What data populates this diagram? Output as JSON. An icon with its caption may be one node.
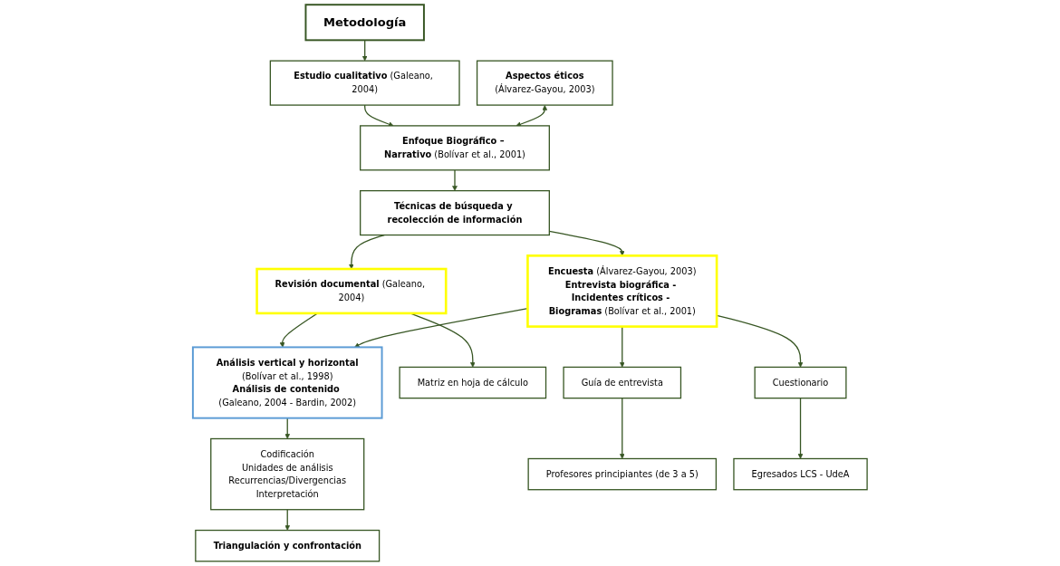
{
  "diagram": {
    "nodes": [
      {
        "text": [
          "Metodología"
        ]
      },
      {
        "text": [
          "Estudio cualitativo",
          "(Galeano, 2004)"
        ]
      },
      {
        "text": [
          "Enfoque Biográfico – Narrativo",
          "(Bolívar et al., 2001)"
        ]
      },
      {
        "text": [
          "Aspectos éticos",
          "(Álvarez-Gayou, 2003)"
        ]
      },
      {
        "text": [
          "Técnicas de búsqueda y recolección de información"
        ]
      },
      {
        "text": [
          "Revisión documental",
          "(Galeano, 2004)"
        ]
      },
      {
        "text": [
          "Análisis vertical y horizontal",
          "(Bolívar et al., 1998)",
          "Análisis de contenido",
          "(Galeano, 2004 - Bardin, 2002)"
        ]
      },
      {
        "text": [
          "Encuesta",
          "(Álvarez-Gayou, 2003)",
          "Entrevista biográfica - Incidentes críticos - Biogramas",
          "(Bolívar et al., 2001)"
        ]
      },
      {
        "text": [
          "Matriz en hoja de cálculo"
        ]
      },
      {
        "text": [
          "Codificación",
          "Unidades de análisis",
          "Recurrencias/Divergencias",
          "Interpretación"
        ]
      },
      {
        "text": [
          "Guía de entrevista"
        ]
      },
      {
        "text": [
          "Cuestionario"
        ]
      },
      {
        "text": [
          "Triangulación y confrontación"
        ]
      },
      {
        "text": [
          "Profesores principiantes (de 3 a 5)"
        ]
      },
      {
        "text": [
          "Egresados LCS - UdeA"
        ]
      }
    ],
    "edges": [
      {
        "from": 0,
        "to": 1,
        "arrow": "to"
      },
      {
        "from": 1,
        "to": 2,
        "arrow": "to"
      },
      {
        "from": 3,
        "to": 2,
        "arrow": "both"
      },
      {
        "from": 2,
        "to": 4,
        "arrow": "to"
      },
      {
        "from": 4,
        "to": 5,
        "arrow": "to"
      },
      {
        "from": 4,
        "to": 7,
        "arrow": "to"
      },
      {
        "from": 5,
        "to": 6,
        "arrow": "to"
      },
      {
        "from": 7,
        "to": 6,
        "arrow": "to"
      },
      {
        "from": 5,
        "to": 8,
        "arrow": "to"
      },
      {
        "from": 6,
        "to": 9,
        "arrow": "to"
      },
      {
        "from": 7,
        "to": 10,
        "arrow": "to"
      },
      {
        "from": 7,
        "to": 11,
        "arrow": "to"
      },
      {
        "from": 9,
        "to": 12,
        "arrow": "to"
      },
      {
        "from": 10,
        "to": 13,
        "arrow": "to"
      },
      {
        "from": 11,
        "to": 14,
        "arrow": "to"
      }
    ]
  }
}
